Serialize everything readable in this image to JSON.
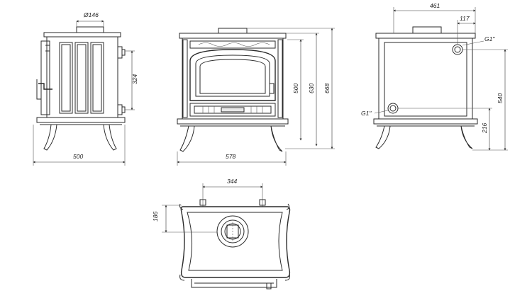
{
  "dimensions": {
    "side_flue_diameter": "Ø146",
    "side_socket_spacing": "324",
    "side_width": "500",
    "front_height_500": "500",
    "front_height_630": "630",
    "front_height_668": "668",
    "front_width": "578",
    "back_depth_461": "461",
    "back_offset_117": "117",
    "back_height_540": "540",
    "back_height_216": "216",
    "top_spacing_344": "344",
    "top_offset_186": "186"
  },
  "connections": {
    "upper": "G1\"",
    "lower": "G1\""
  }
}
